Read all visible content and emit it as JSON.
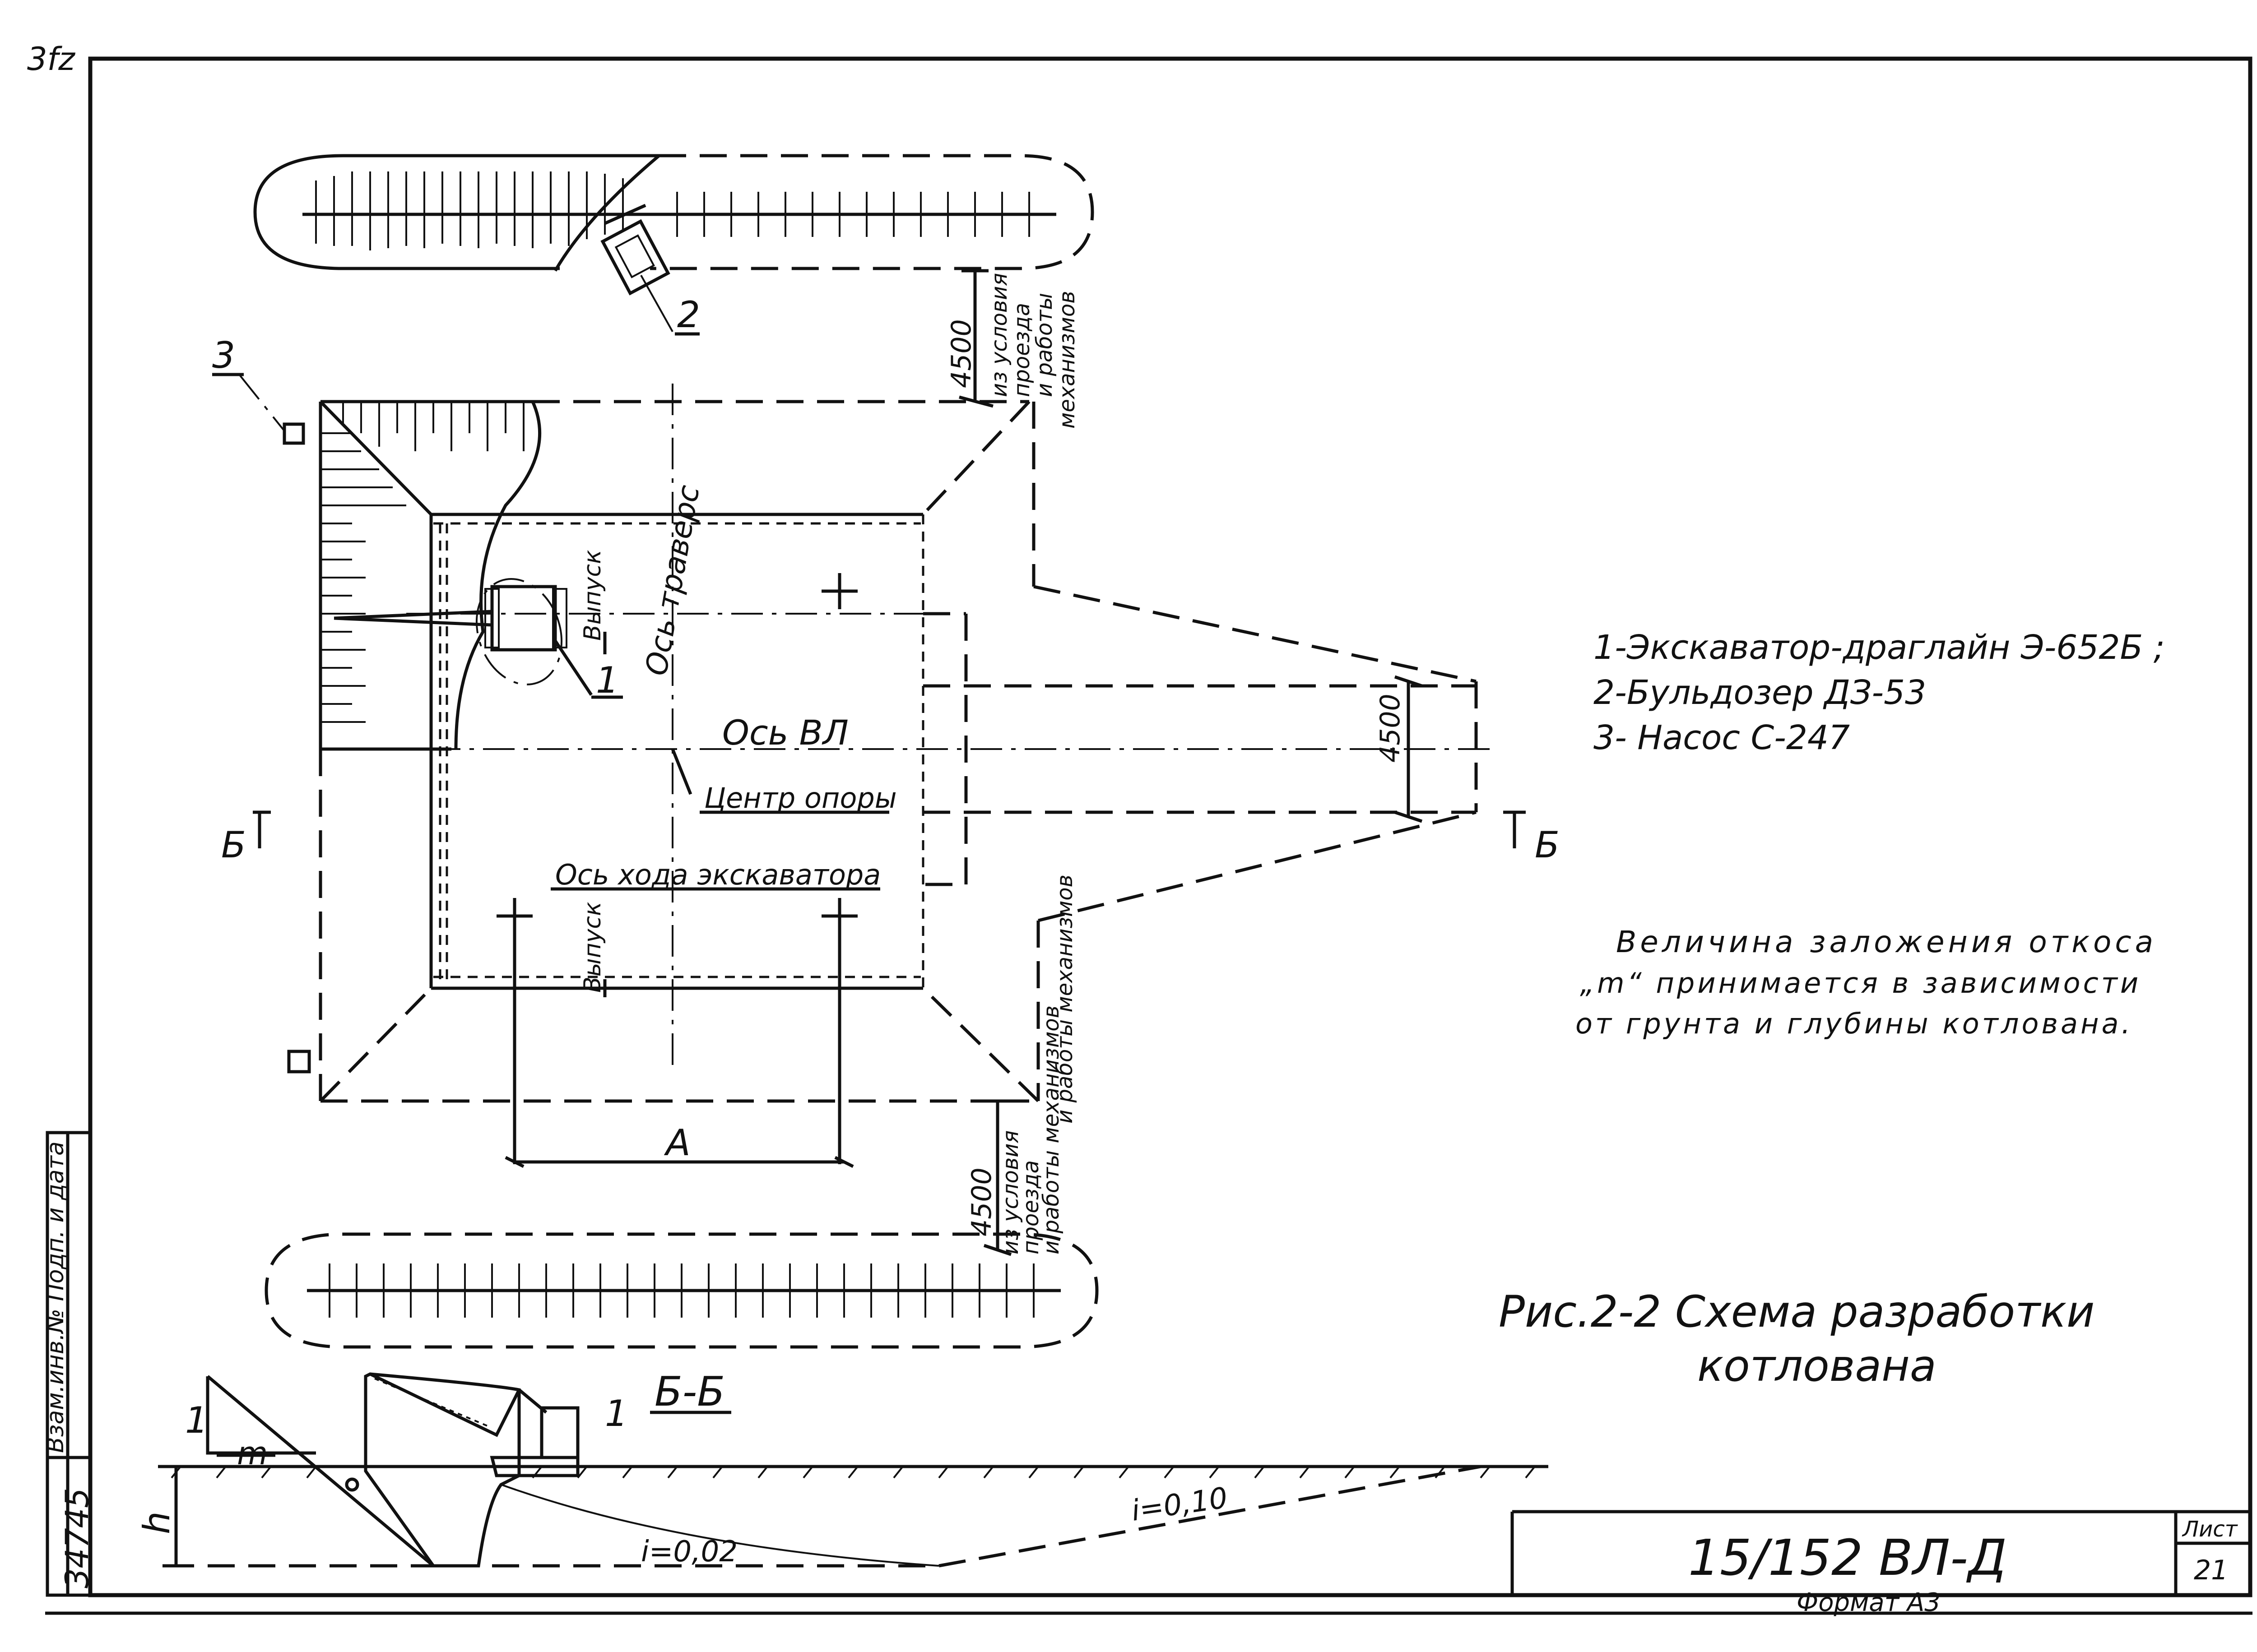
{
  "drawing": {
    "corner_mark": "3fz",
    "legend": {
      "item1": "1-Экскаватор-драглайн Э-652Б ;",
      "item2": "2-Бульдозер ДЗ-53",
      "item3": "3- Насос С-247"
    },
    "note": {
      "line1": "Величина заложения откоса",
      "line2": "„m“ принимается в зависимости",
      "line3": "от грунта и глубины котлована."
    },
    "caption": {
      "line1": "Рис.2-2 Схема разработки",
      "line2": "котлована"
    },
    "labels": {
      "num1": "1",
      "num2": "2",
      "num3": "3",
      "axis_traverse": "Ось траверс",
      "axis_vl": "Ось ВЛ",
      "support_center": "Центр опоры",
      "excavator_path": "Ось хода экскаватора",
      "otvol_top": "Выпуск",
      "otvol_bottom": "Выпуск",
      "section_b_left": "Б",
      "section_b_right": "Б",
      "dim_a": "A",
      "dim_4500_top": "4500",
      "dim_4500_mid": "4500",
      "dim_4500_bottom": "4500",
      "cond_top_1": "из условия",
      "cond_top_2": "проезда",
      "cond_top_3": "и работы",
      "cond_top_4": "механизмов",
      "cond_bottom_1": "из условия",
      "cond_bottom_2": "проезда",
      "cond_bottom_3": "и работы механизмов"
    },
    "section": {
      "title": "Б-Б",
      "slope_1_left": "1",
      "slope_m": "m",
      "slope_1_right": "1",
      "h": "h",
      "grade_i1": "i=0,02",
      "grade_i2": "i=0,10"
    },
    "stamp": {
      "doc_code": "15/152 ВЛ-Д",
      "sheet_label": "Лист",
      "sheet_no": "21",
      "format": "Формат А3"
    },
    "margin": {
      "inv_no": "34745",
      "vertical_text": "Взам.инв.№ Подп. и дата"
    }
  }
}
